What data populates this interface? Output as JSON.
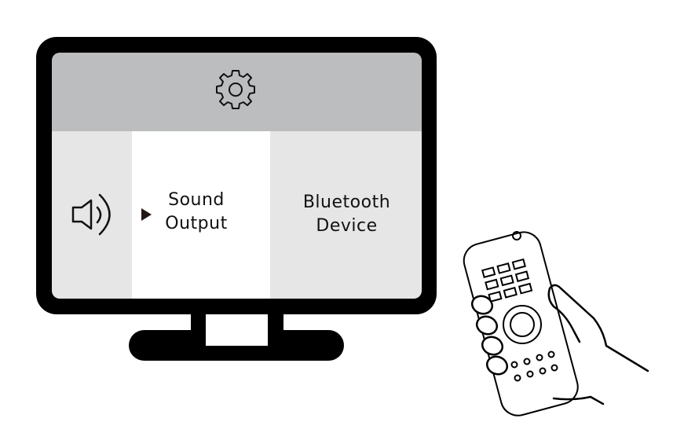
{
  "tv_menu": {
    "header_icon": "gear-icon",
    "left_icon": "speaker-icon",
    "selected_indicator": "play-triangle-icon",
    "items": [
      {
        "line1": "Sound",
        "line2": "Output",
        "selected": true
      },
      {
        "line1": "Bluetooth",
        "line2": "Device",
        "selected": false
      }
    ]
  },
  "colors": {
    "header": "#bcbdbf",
    "panel": "#e6e6e6",
    "selected": "#ffffff",
    "outline": "#000000"
  }
}
